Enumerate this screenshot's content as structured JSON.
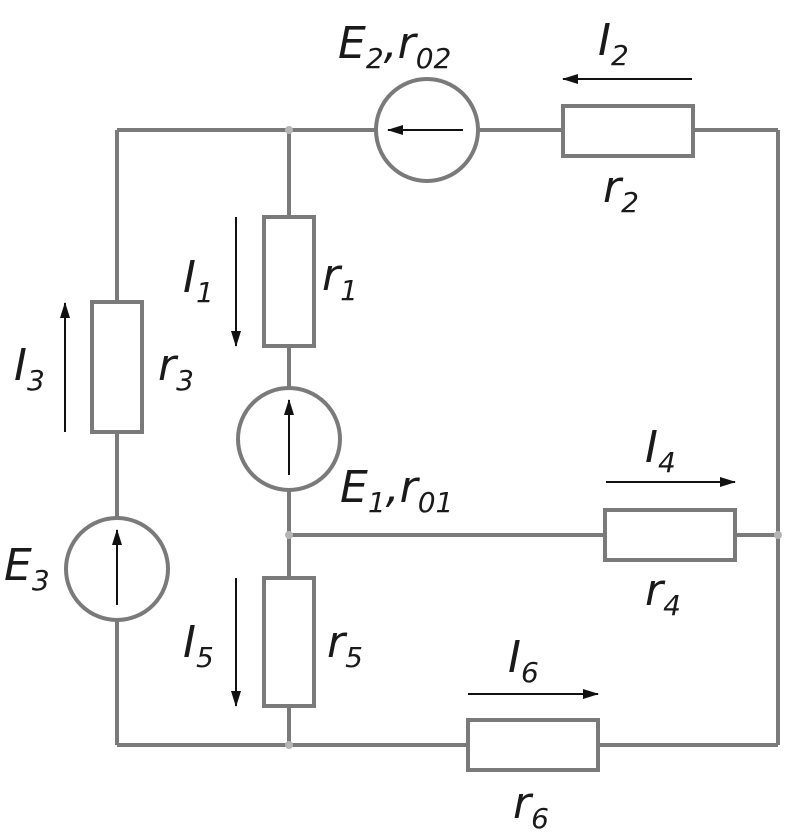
{
  "components": {
    "e2_label": "E",
    "e2_sub": "2",
    "e2_r_label": ",r",
    "e2_r_sub": "02",
    "i2_label": "I",
    "i2_sub": "2",
    "r2_label": "r",
    "r2_sub": "2",
    "i1_label": "I",
    "i1_sub": "1",
    "r1_label": "r",
    "r1_sub": "1",
    "i3_label": "I",
    "i3_sub": "3",
    "r3_label": "r",
    "r3_sub": "3",
    "e1_label": "E",
    "e1_sub": "1",
    "e1_r_label": ",r",
    "e1_r_sub": "01",
    "i4_label": "I",
    "i4_sub": "4",
    "r4_label": "r",
    "r4_sub": "4",
    "e3_label": "E",
    "e3_sub": "3",
    "i5_label": "I",
    "i5_sub": "5",
    "r5_label": "r",
    "r5_sub": "5",
    "i6_label": "I",
    "i6_sub": "6",
    "r6_label": "r",
    "r6_sub": "6"
  },
  "colors": {
    "wire": "#7a7a7a",
    "arrow": "#111111",
    "text": "#1a1a1a",
    "node": "#b5b5b5"
  }
}
